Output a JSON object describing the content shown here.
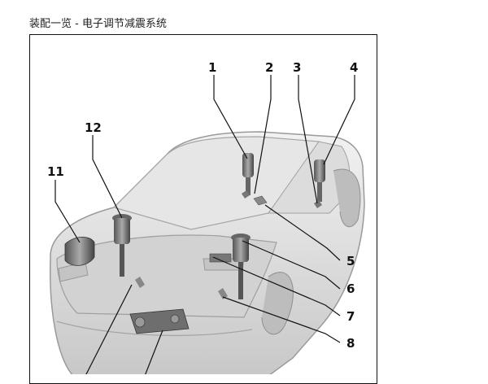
{
  "header": {
    "title": "装配一览 - 电子调节减震系统"
  },
  "callouts": [
    "1",
    "2",
    "3",
    "4",
    "5",
    "6",
    "7",
    "8",
    "11",
    "12"
  ]
}
